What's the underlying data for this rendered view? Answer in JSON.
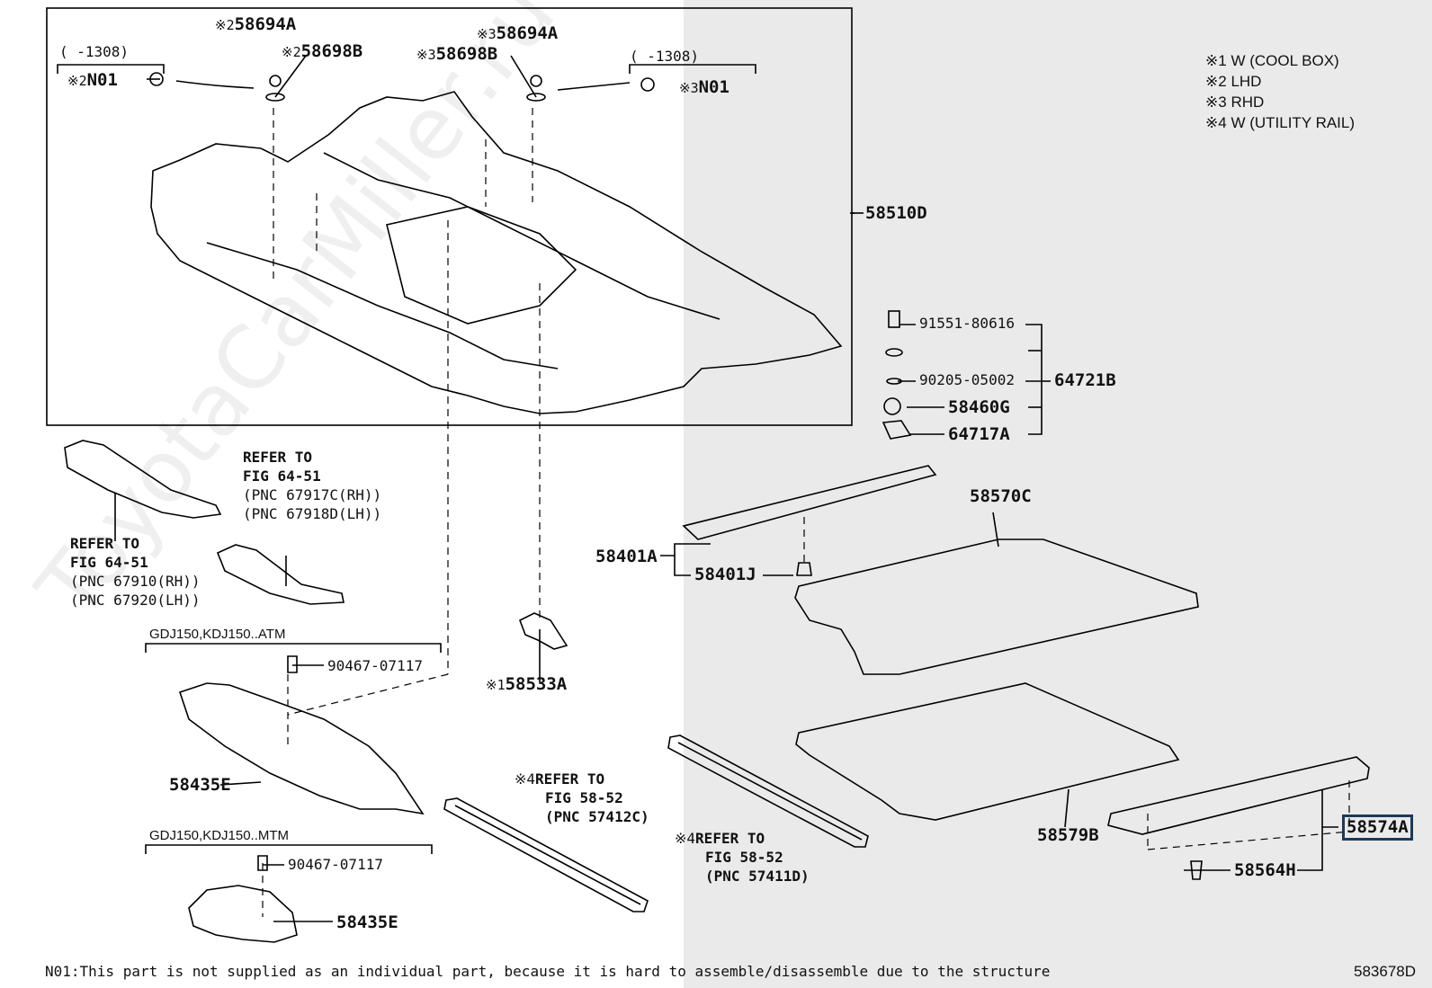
{
  "watermark": "ToyotaCarMiller.ru",
  "legend": [
    {
      "mark": "※1",
      "text": "W (COOL BOX)"
    },
    {
      "mark": "※2",
      "text": "LHD"
    },
    {
      "mark": "※3",
      "text": "RHD"
    },
    {
      "mark": "※4",
      "text": "W (UTILITY RAIL)"
    }
  ],
  "labels": {
    "p58694a_l": {
      "mark": "※2",
      "code": "58694A"
    },
    "p58698b_l": {
      "mark": "※2",
      "code": "58698B"
    },
    "p58694a_r": {
      "mark": "※3",
      "code": "58694A"
    },
    "p58698b_r": {
      "mark": "※3",
      "code": "58698B"
    },
    "n01_l": {
      "mark": "※2",
      "code": "N01"
    },
    "n01_r": {
      "mark": "※3",
      "code": "N01"
    },
    "range_l": "(      -1308)",
    "range_r": "(      -1308)",
    "p58510d": "58510D",
    "p91551": "91551-80616",
    "p90205": "90205-05002",
    "p64721b": "64721B",
    "p58460g": "58460G",
    "p64717a": "64717A",
    "p58570c": "58570C",
    "p58401a": "58401A",
    "p58401j": "58401J",
    "p58533a": {
      "mark": "※1",
      "code": "58533A"
    },
    "p58579b": "58579B",
    "p58574a": "58574A",
    "p58564h": "58564H",
    "p58435e_1": "58435E",
    "p58435e_2": "58435E",
    "p90467_1": "90467-07117",
    "p90467_2": "90467-07117",
    "cond_atm": "GDJ150,KDJ150..ATM",
    "cond_mtm": "GDJ150,KDJ150..MTM"
  },
  "refs": {
    "ref1": [
      "REFER TO",
      "FIG 64-51",
      "(PNC 67917C(RH))",
      "(PNC 67918D(LH))"
    ],
    "ref2": [
      "REFER TO",
      "FIG 64-51",
      "(PNC 67910(RH))",
      "(PNC 67920(LH))"
    ],
    "ref3": {
      "mark": "※4",
      "lines": [
        "REFER TO",
        "FIG 58-52",
        "(PNC 57412C)"
      ]
    },
    "ref4": {
      "mark": "※4",
      "lines": [
        "REFER TO",
        "FIG 58-52",
        "(PNC 57411D)"
      ]
    }
  },
  "footnote": "N01:This part is not supplied as an individual part,  because it is hard to assemble/disassemble due to the structure",
  "figure_id": "583678D"
}
